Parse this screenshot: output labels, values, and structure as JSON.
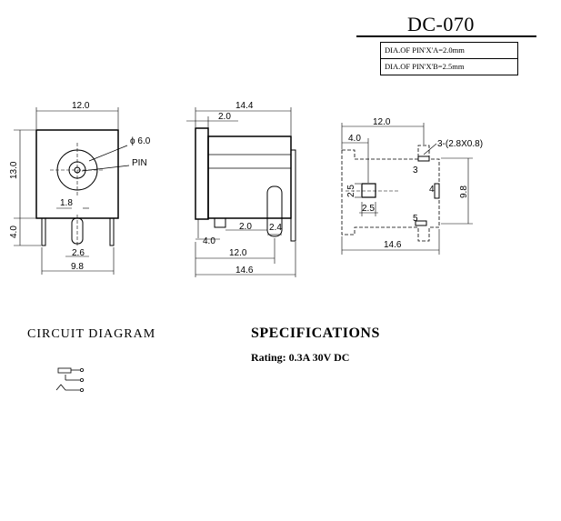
{
  "title": "DC-070",
  "pin_specs": [
    "DIA.OF PIN'X'A=2.0mm",
    "DIA.OF PIN'X'B=2.5mm"
  ],
  "front_view": {
    "width": "12.0",
    "height": "13.0",
    "hole_dia": "ϕ 6.0",
    "pin_label": "PIN",
    "pin_gap": "1.8",
    "lead_length": "4.0",
    "pin_spacing": "2.6",
    "lead_span": "9.8"
  },
  "side_view": {
    "total_top": "14.4",
    "flange": "2.0",
    "lead_offset": "4.0",
    "lead_gap": "2.0",
    "lead_width": "2.4",
    "body_length": "12.0",
    "total_length": "14.6"
  },
  "pcb_view": {
    "span": "12.0",
    "edge": "4.0",
    "hole_note": "3-(2.8X0.8)",
    "pad_size": "2.5",
    "pad_offset": "2.5",
    "row_span": "9.8",
    "length": "14.6",
    "pin_numbers": [
      "3",
      "4",
      "5"
    ]
  },
  "circuit_heading": "CIRCUIT DIAGRAM",
  "specifications": {
    "heading": "SPECIFICATIONS",
    "rating": "Rating: 0.3A 30V DC"
  }
}
